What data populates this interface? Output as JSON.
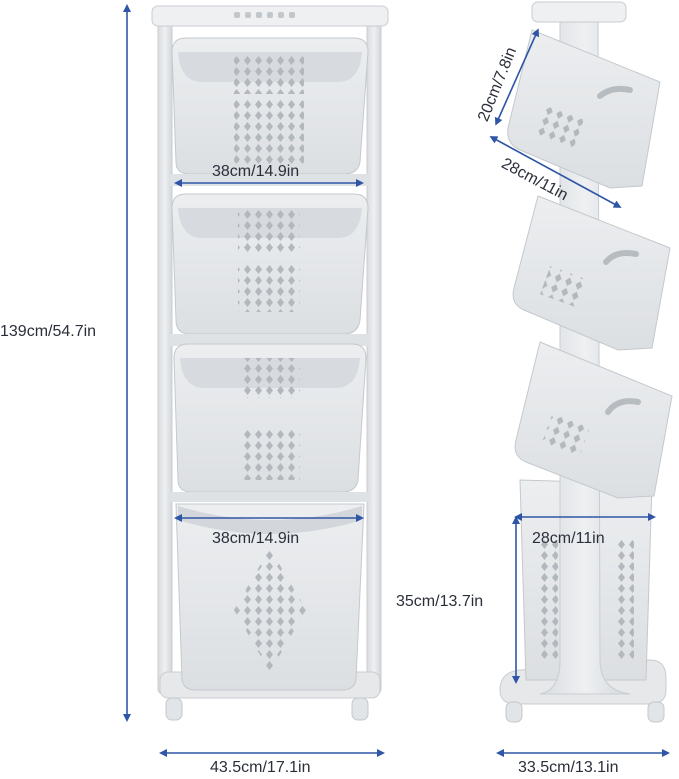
{
  "colors": {
    "dimension_line": "#2f56a6",
    "plastic": "#e6e8ea",
    "plastic_shadow": "#cfd3d6",
    "plastic_dark": "#b9bec2",
    "text": "#2a2f3a"
  },
  "front_view": {
    "height_label": "139cm/54.7in",
    "basket_width_top_label": "38cm/14.9in",
    "basket_width_bottom_label": "38cm/14.9in",
    "base_width_label": "43.5cm/17.1in"
  },
  "side_view": {
    "basket_height_label": "20cm/7.8in",
    "basket_depth_top_label": "28cm/11in",
    "basket_depth_bottom_label": "28cm/11in",
    "bottom_basket_height_label": "35cm/13.7in",
    "base_depth_label": "33.5cm/13.1in"
  }
}
